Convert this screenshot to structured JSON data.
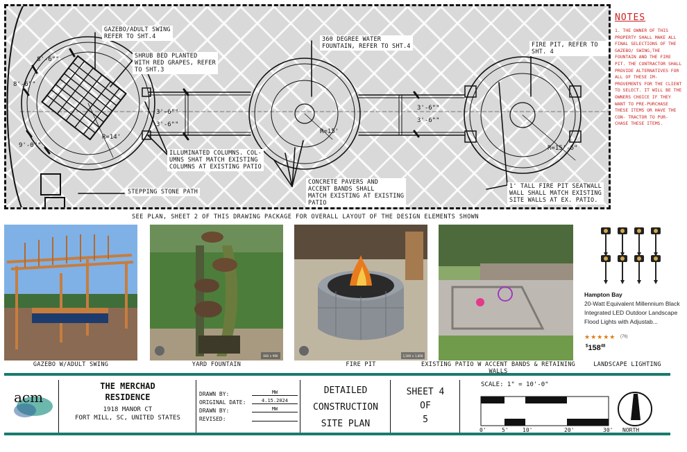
{
  "plan": {
    "labels": {
      "gazebo": "GAZEBO/ADULT SWING\nREFER TO SHT.4",
      "shrub": "SHRUB BED PLANTED\nWITH RED GRAPES, REFER\nTO SHT.3",
      "fountain": "360 DEGREE WATER\nFOUNTAIN, REFER TO SHT.4",
      "firepit": "FIRE PIT, REFER TO SHT. 4",
      "columns": "ILLUMINATED COLUMNS. COL-\nUMNS SHAT MATCH EXISTING\nCOLUMNS AT EXISTING PATIO",
      "stepping": "STEPPING STONE PATH",
      "pavers": "CONCRETE PAVERS AND\nACCENT BANDS SHALL\nMATCH EXISTING AT EXISTING\nPATIO",
      "seatwall": "1' TALL FIRE PIT SEATWALL\nWALL SHALL MATCH EXISTING\nSITE WALLS AT Ex. PATIO."
    },
    "dimensions": {
      "d1": "8'-6\"\"",
      "d2": "8'-6\"\"",
      "d3": "9'-0\"\"",
      "d4": "3'-6\"\"",
      "d5": "3'-6\"\"",
      "d6": "3'-6\"\"",
      "d7": "3'-6\"\"",
      "r1": "R=14'",
      "r2": "R=15'",
      "r3": "R=15'-6\""
    }
  },
  "notes": {
    "title": "NOTES",
    "body": "1. THE OWNER OF THIS PROPERTY SHALL MAKE ALL FINAL SELECTIONS OF THE GAZEBO/ SWING,THE FOUNTAIN AND THE FIRE PIT. THE CONTRACTOR SHALL PROVIDE ALTERNATIVES FOR ALL OF THESE IM- PROVEMENTS FOR THE CLIENT TO SELECT. IT WILL BE THE OWNERS CHOICE IF THEY WANT TO PRE-PURCHASE THESE ITEMS OR HAVE THE CON- TRACTOR TO PUR- CHASE THESE ITEMS."
  },
  "plan_note": "SEE PLAN, SHEET 2 OF THIS DRAWING PACKAGE FOR OVERALL LAYOUT OF THE DESIGN ELEMENTS SHOWN",
  "photos": {
    "gazebo_caption": "GAZEBO W/ADULT SWING",
    "fountain_caption": "YARD FOUNTAIN",
    "firepit_caption": "FIRE PIT",
    "patio_caption": "EXISTING PATIO W ACCENT BANDS & RETAINING WALLS",
    "lighting_caption": "LANDSCAPE LIGHTING",
    "fountain_size": "640 × 960",
    "firepit_size": "1,500 × 1,000"
  },
  "product": {
    "brand": "Hampton Bay",
    "description": "20-Watt Equivalent Millennium Black Integrated LED Outdoor Landscape Flood Lights with Adjustab...",
    "stars": "★★★★★",
    "reviews": "(76)",
    "price_dollars": "158",
    "price_cents": "48",
    "price_symbol": "$"
  },
  "titleblock": {
    "logo": "acm",
    "project_line1": "THE MERCHAD",
    "project_line2": "RESIDENCE",
    "address1": "1918 MANOR CT",
    "address2": "FORT MILL, SC, UNITED STATES",
    "drawn_by_label": "DRAWN BY:",
    "drawn_by_value": "MW",
    "original_date_label": "ORIGINAL DATE:",
    "original_date_value": "4.15.2024",
    "drawn_by2_label": "DRAWN BY:",
    "drawn_by2_value": "MW",
    "revised_label": "REVISED:",
    "revised_value": "",
    "sheet_title1": "DETAILED",
    "sheet_title2": "CONSTRUCTION",
    "sheet_title3": "SITE PLAN",
    "sheet_line1": "SHEET 4",
    "sheet_line2": "OF",
    "sheet_line3": "5",
    "scale": "SCALE: 1\" = 10'-0\"",
    "scale_0": "0'",
    "scale_5": "5'",
    "scale_10": "10'",
    "scale_20": "20'",
    "scale_30": "30'",
    "north": "NORTH"
  }
}
